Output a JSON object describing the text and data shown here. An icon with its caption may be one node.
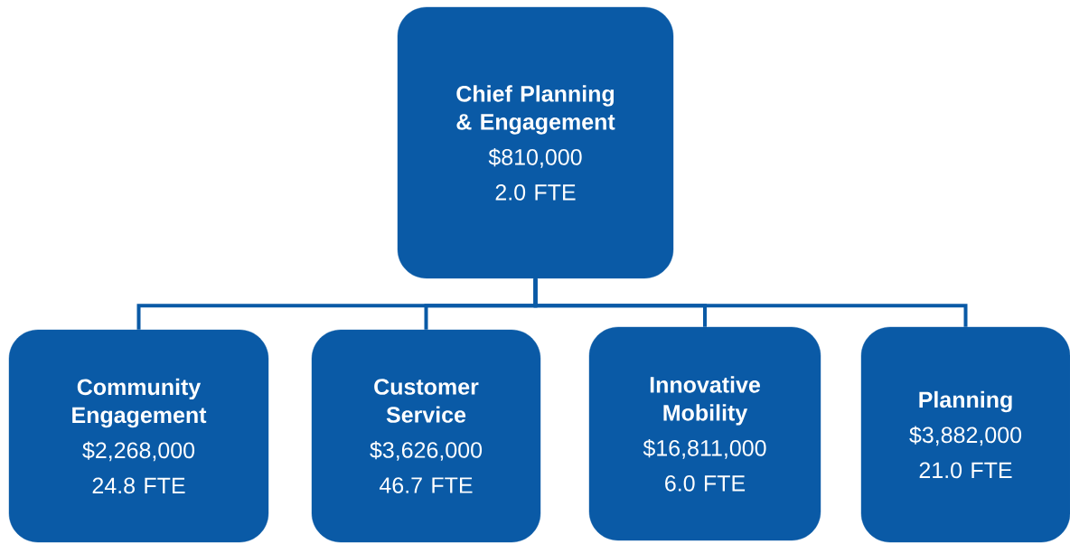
{
  "diagram": {
    "nodes": [
      {
        "text": [
          "Chief Planning & Engagement",
          "$810,000",
          "2.0 FTE"
        ]
      },
      {
        "text": [
          "Community Engagement",
          "$2,268,000",
          "24.8 FTE"
        ]
      },
      {
        "text": [
          "Customer Service",
          "$3,626,000",
          "46.7 FTE"
        ]
      },
      {
        "text": [
          "Innovative Mobility",
          "$16,811,000",
          "6.0 FTE"
        ]
      },
      {
        "text": [
          "Planning",
          "$3,882,000",
          "21.0 FTE"
        ]
      }
    ],
    "edges": [
      {
        "from": 0,
        "to": 1,
        "arrow": "none"
      },
      {
        "from": 0,
        "to": 2,
        "arrow": "none"
      },
      {
        "from": 0,
        "to": 3,
        "arrow": "none"
      },
      {
        "from": 0,
        "to": 4,
        "arrow": "none"
      }
    ]
  }
}
